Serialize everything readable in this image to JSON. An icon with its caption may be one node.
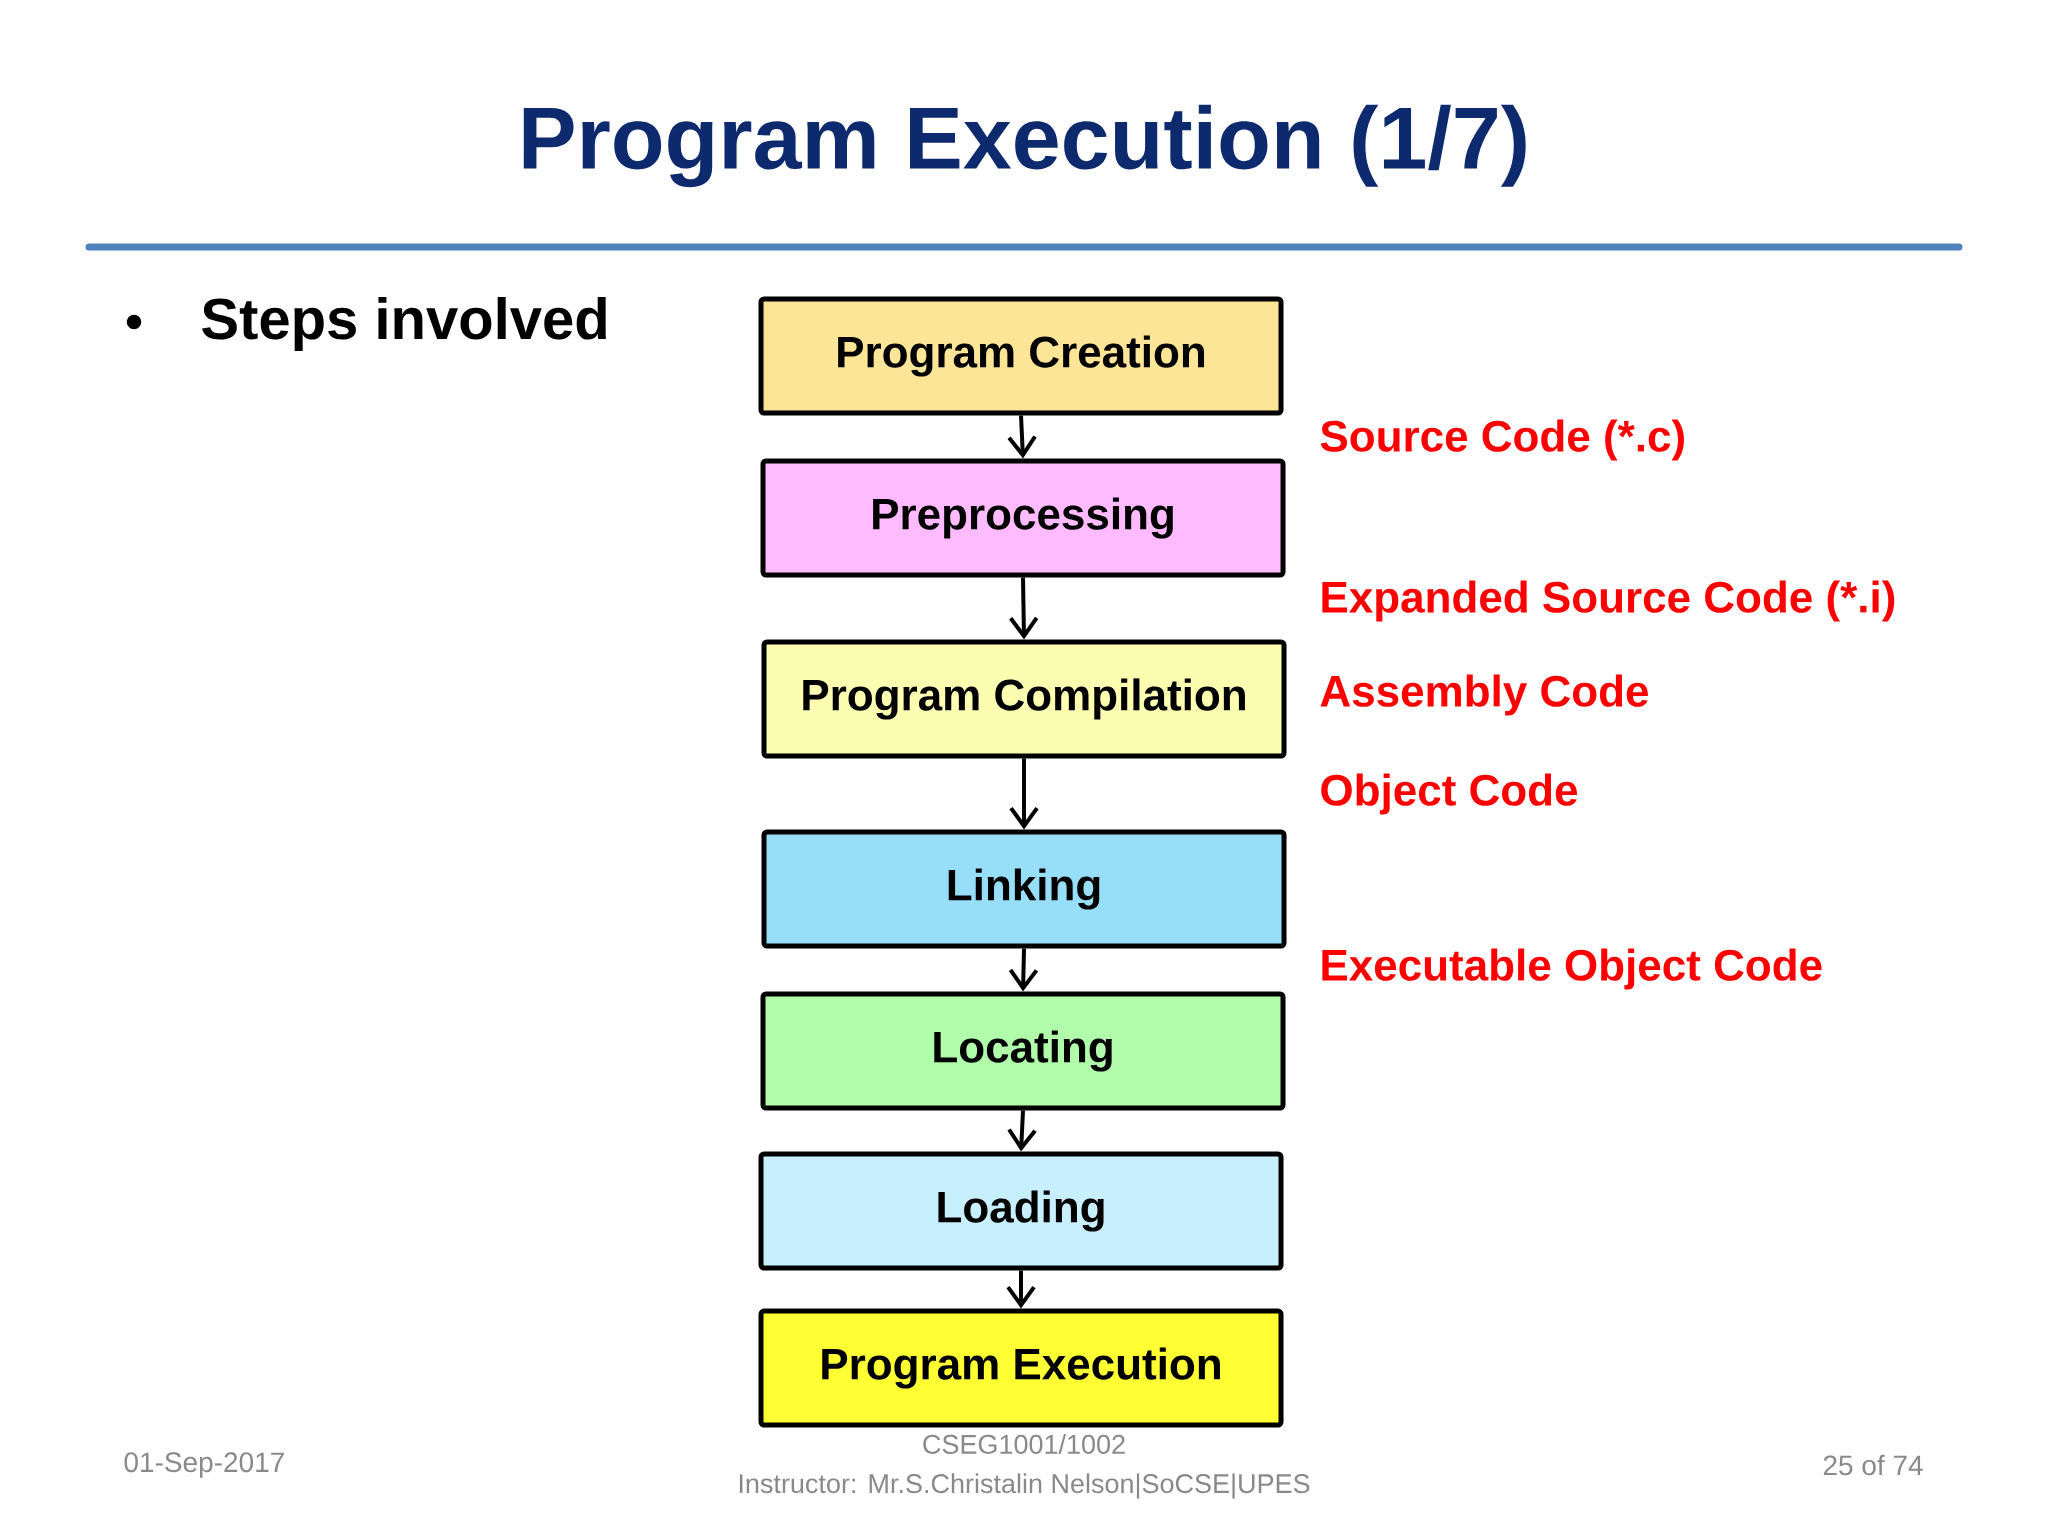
{
  "diagram": {
    "title": "Program Execution (1/7)",
    "nodes": [
      {
        "text": [
          "Program Creation"
        ]
      },
      {
        "text": [
          "Preprocessing"
        ]
      },
      {
        "text": [
          "Program Compilation"
        ]
      },
      {
        "text": [
          "Linking"
        ]
      },
      {
        "text": [
          "Locating"
        ]
      },
      {
        "text": [
          "Loading"
        ]
      },
      {
        "text": [
          "Program Execution"
        ]
      }
    ],
    "edges": [
      {
        "from": 0,
        "to": 1,
        "arrow": "to"
      },
      {
        "from": 1,
        "to": 2,
        "arrow": "to"
      },
      {
        "from": 2,
        "to": 3,
        "arrow": "to"
      },
      {
        "from": 3,
        "to": 4,
        "arrow": "to"
      },
      {
        "from": 4,
        "to": 5,
        "arrow": "to"
      },
      {
        "from": 5,
        "to": 6,
        "arrow": "to"
      }
    ],
    "labels": [
      "Steps involved",
      "Source Code (*.c)",
      "Expanded Source Code (*.i)",
      "Assembly Code",
      "Object Code",
      "Executable Object Code",
      "01-Sep-2017",
      "CSEG1001/1002",
      "Instructor: Mr.S.Christalin Nelson|SoCSE|UPES",
      "25 of 74"
    ]
  }
}
